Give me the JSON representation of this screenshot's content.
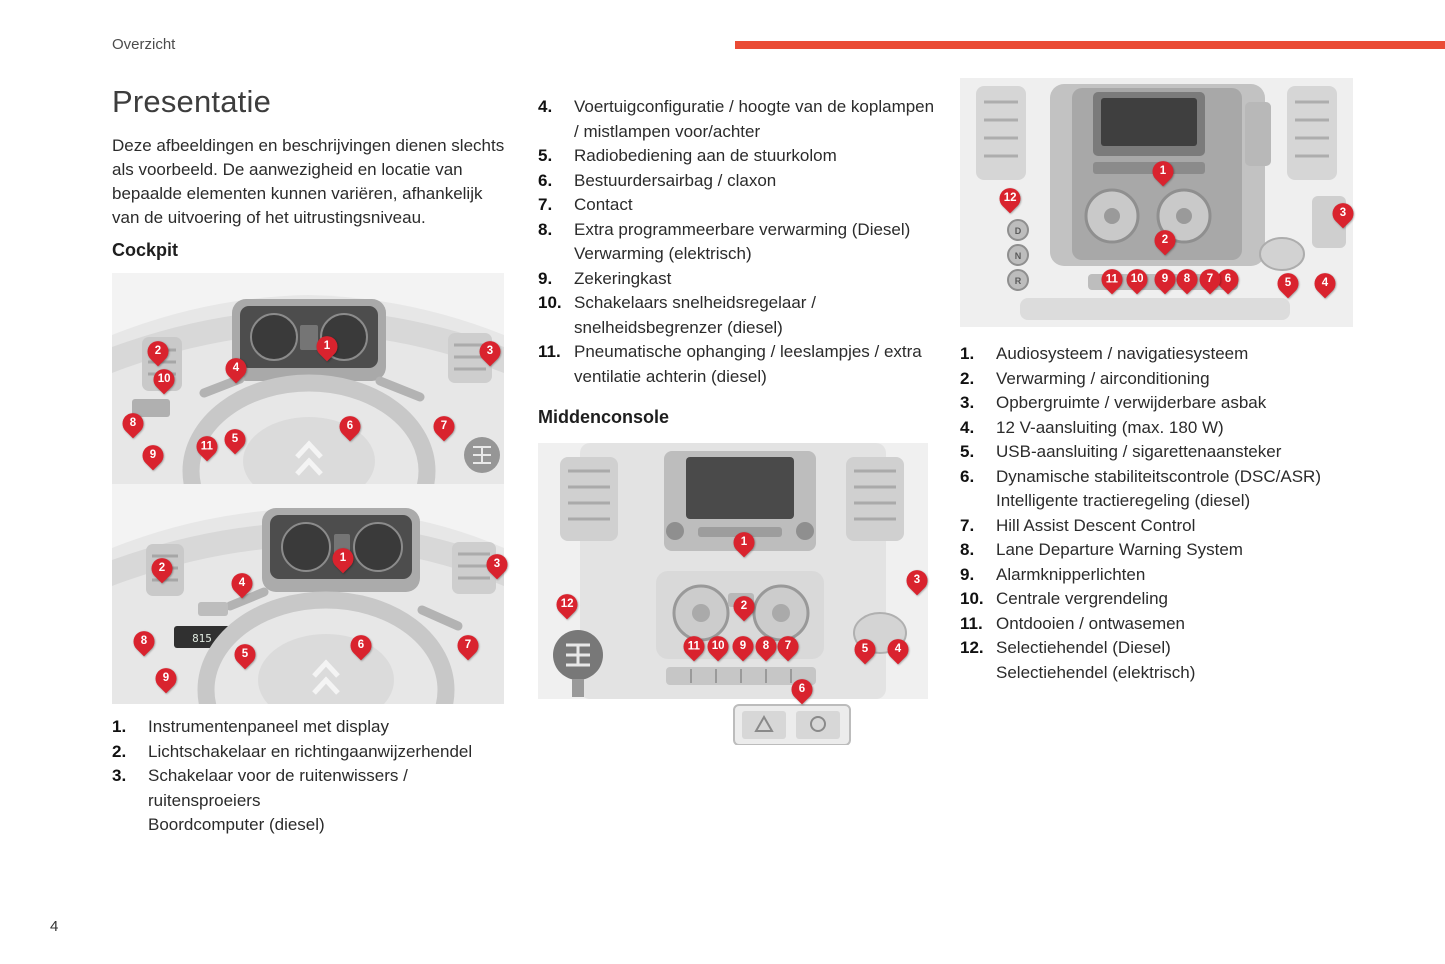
{
  "colors": {
    "accent_bar": "#ea4b35",
    "marker": "#d9232e"
  },
  "header": {
    "section": "Overzicht"
  },
  "page": {
    "number": "4",
    "title": "Presentatie",
    "intro": "Deze afbeeldingen en beschrijvingen dienen slechts als voorbeeld. De aanwezigheid en locatie van bepaalde elementen kunnen variëren, afhankelijk van de uitvoering of het uitrustingsniveau."
  },
  "cockpit": {
    "heading": "Cockpit",
    "legend_a": [
      {
        "num": "1.",
        "text": "Instrumentenpaneel met display"
      },
      {
        "num": "2.",
        "text": "Lichtschakelaar en richtingaanwijzerhendel"
      },
      {
        "num": "3.",
        "text": "Schakelaar voor de ruitenwissers / ruitensproeiers\nBoordcomputer (diesel)"
      }
    ],
    "legend_b": [
      {
        "num": "4.",
        "text": "Voertuigconfiguratie / hoogte van de koplampen / mistlampen voor/achter"
      },
      {
        "num": "5.",
        "text": "Radiobediening aan de stuurkolom"
      },
      {
        "num": "6.",
        "text": "Bestuurdersairbag / claxon"
      },
      {
        "num": "7.",
        "text": "Contact"
      },
      {
        "num": "8.",
        "text": "Extra programmeerbare verwarming (Diesel)\nVerwarming (elektrisch)"
      },
      {
        "num": "9.",
        "text": "Zekeringkast"
      },
      {
        "num": "10.",
        "text": "Schakelaars snelheidsregelaar / snelheidsbegrenzer (diesel)"
      },
      {
        "num": "11.",
        "text": "Pneumatische ophanging / leeslampjes / extra ventilatie achterin (diesel)"
      }
    ]
  },
  "console": {
    "heading": "Middenconsole",
    "legend": [
      {
        "num": "1.",
        "text": "Audiosysteem / navigatiesysteem"
      },
      {
        "num": "2.",
        "text": "Verwarming / airconditioning"
      },
      {
        "num": "3.",
        "text": "Opbergruimte / verwijderbare asbak"
      },
      {
        "num": "4.",
        "text": "12 V-aansluiting (max. 180 W)"
      },
      {
        "num": "5.",
        "text": "USB-aansluiting / sigarettenaansteker"
      },
      {
        "num": "6.",
        "text": "Dynamische stabiliteitscontrole (DSC/ASR)\nIntelligente tractieregeling (diesel)"
      },
      {
        "num": "7.",
        "text": "Hill Assist Descent Control"
      },
      {
        "num": "8.",
        "text": "Lane Departure Warning System"
      },
      {
        "num": "9.",
        "text": "Alarmknipperlichten"
      },
      {
        "num": "10.",
        "text": "Centrale vergrendeling"
      },
      {
        "num": "11.",
        "text": "Ontdooien / ontwasemen"
      },
      {
        "num": "12.",
        "text": "Selectiehendel (Diesel)\nSelectiehendel (elektrisch)"
      }
    ]
  },
  "figures": {
    "cockpit1": {
      "markers": [
        {
          "n": "1",
          "x": 53.6,
          "y": 35
        },
        {
          "n": "2",
          "x": 11.5,
          "y": 37.4
        },
        {
          "n": "3",
          "x": 94.1,
          "y": 37.4
        },
        {
          "n": "4",
          "x": 30.9,
          "y": 45.5
        },
        {
          "n": "5",
          "x": 30.6,
          "y": 79.1
        },
        {
          "n": "6",
          "x": 59.2,
          "y": 73
        },
        {
          "n": "7",
          "x": 82.7,
          "y": 73
        },
        {
          "n": "8",
          "x": 5.1,
          "y": 71.6
        },
        {
          "n": "9",
          "x": 10.2,
          "y": 86.7
        },
        {
          "n": "10",
          "x": 13,
          "y": 50.7
        },
        {
          "n": "11",
          "x": 23.7,
          "y": 82.5
        }
      ]
    },
    "cockpit2": {
      "display_value": "815",
      "markers": [
        {
          "n": "1",
          "x": 57.4,
          "y": 34.1
        },
        {
          "n": "2",
          "x": 12.5,
          "y": 38.6
        },
        {
          "n": "3",
          "x": 95.7,
          "y": 36.8
        },
        {
          "n": "4",
          "x": 32.4,
          "y": 45.5
        },
        {
          "n": "5",
          "x": 33.2,
          "y": 77.7
        },
        {
          "n": "6",
          "x": 62,
          "y": 73.6
        },
        {
          "n": "7",
          "x": 88.5,
          "y": 73.6
        },
        {
          "n": "8",
          "x": 7.9,
          "y": 71.8
        },
        {
          "n": "9",
          "x": 13.5,
          "y": 88.6
        }
      ]
    },
    "console1": {
      "markers": [
        {
          "n": "1",
          "x": 51.3,
          "y": 33.1
        },
        {
          "n": "2",
          "x": 51.3,
          "y": 54.3
        },
        {
          "n": "3",
          "x": 94.4,
          "y": 45.7
        },
        {
          "n": "4",
          "x": 89.5,
          "y": 68.5
        },
        {
          "n": "5",
          "x": 81.3,
          "y": 68.5
        },
        {
          "n": "6",
          "x": 65.6,
          "y": 81.8
        },
        {
          "n": "7",
          "x": 62.3,
          "y": 67.5
        },
        {
          "n": "8",
          "x": 56.7,
          "y": 67.5
        },
        {
          "n": "9",
          "x": 51,
          "y": 67.5
        },
        {
          "n": "10",
          "x": 44.9,
          "y": 67.5
        },
        {
          "n": "11",
          "x": 38.7,
          "y": 67.5
        },
        {
          "n": "12",
          "x": 7.2,
          "y": 53.6
        }
      ]
    },
    "console2": {
      "gear_letters": [
        "D",
        "N",
        "R"
      ],
      "markers": [
        {
          "n": "1",
          "x": 50.6,
          "y": 37.8
        },
        {
          "n": "2",
          "x": 50.9,
          "y": 65.5
        },
        {
          "n": "3",
          "x": 95.2,
          "y": 54.6
        },
        {
          "n": "4",
          "x": 90.8,
          "y": 82.7
        },
        {
          "n": "5",
          "x": 81.7,
          "y": 82.7
        },
        {
          "n": "6",
          "x": 66.7,
          "y": 81.1
        },
        {
          "n": "7",
          "x": 62.1,
          "y": 81.1
        },
        {
          "n": "8",
          "x": 56.5,
          "y": 81.1
        },
        {
          "n": "9",
          "x": 50.9,
          "y": 81.1
        },
        {
          "n": "10",
          "x": 44,
          "y": 81.1
        },
        {
          "n": "11",
          "x": 37.7,
          "y": 81.1
        },
        {
          "n": "12",
          "x": 12.5,
          "y": 48.6
        }
      ]
    }
  }
}
